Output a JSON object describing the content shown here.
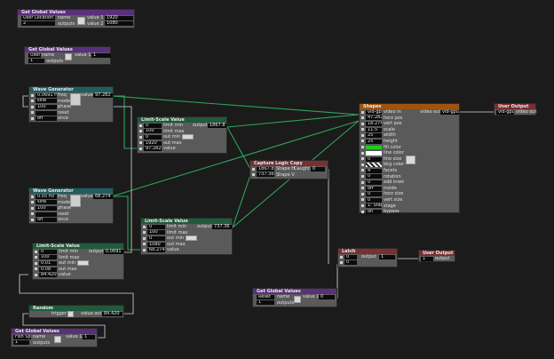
{
  "ggv1": {
    "title": "Get Global Values",
    "name_value": "User Location",
    "name_label": "name",
    "outputs_value": "2",
    "outputs_label": "outputs",
    "out1_label": "value 1",
    "out1_value": "1920",
    "out2_label": "value 2",
    "out2_value": "1080"
  },
  "ggv2": {
    "title": "Get Global Values",
    "name_value": "User O",
    "name_label": "name",
    "outputs_value": "1",
    "outputs_label": "outputs",
    "out1_label": "value 1",
    "out1_value": "1"
  },
  "wave1": {
    "title": "Wave Generator",
    "rows": [
      {
        "value": "0.0691 Hz",
        "label": "freq"
      },
      {
        "value": "sine",
        "label": "mode"
      },
      {
        "value": "100",
        "label": "phase"
      },
      {
        "value": "",
        "label": "reset"
      },
      {
        "value": "off",
        "label": "once"
      }
    ],
    "out_label": "value",
    "out_value": "97.282"
  },
  "wave2": {
    "title": "Wave Generator",
    "rows": [
      {
        "value": "0.05 Hz",
        "label": "freq"
      },
      {
        "value": "sine",
        "label": "mode"
      },
      {
        "value": "100",
        "label": "phase"
      },
      {
        "value": "",
        "label": "reset"
      },
      {
        "value": "off",
        "label": "once"
      }
    ],
    "out_label": "value",
    "out_value": "68.274"
  },
  "ls1": {
    "title": "Limit-Scale Value",
    "rows": [
      {
        "value": "0",
        "label": "limit min"
      },
      {
        "value": "100",
        "label": "limit max"
      },
      {
        "value": "0",
        "label": "out min"
      },
      {
        "value": "1920",
        "label": "out max"
      },
      {
        "value": "97.282",
        "label": "value"
      }
    ],
    "out_label": "output",
    "out_value": "1867.8"
  },
  "ls2": {
    "title": "Limit-Scale Value",
    "rows": [
      {
        "value": "0",
        "label": "limit min"
      },
      {
        "value": "100",
        "label": "limit max"
      },
      {
        "value": "0",
        "label": "out min"
      },
      {
        "value": "1080",
        "label": "out max"
      },
      {
        "value": "68.274",
        "label": "value"
      }
    ],
    "out_label": "output",
    "out_value": "737.36"
  },
  "ls3": {
    "title": "Limit-Scale Value",
    "rows": [
      {
        "value": "0",
        "label": "limit min"
      },
      {
        "value": "100",
        "label": "limit max"
      },
      {
        "value": "0.01",
        "label": "out min"
      },
      {
        "value": "0.08",
        "label": "out max"
      },
      {
        "value": "84.420",
        "label": "value"
      }
    ],
    "out_label": "output",
    "out_value": "0.0691"
  },
  "capture": {
    "title": "Capture Logic Copy",
    "rows": [
      {
        "value": "1867.8",
        "label": "Shape H"
      },
      {
        "value": "737.36",
        "label": "Shape V"
      }
    ],
    "out_label": "Caught",
    "out_value": "0"
  },
  "shapes": {
    "title": "Shapes",
    "rows": [
      {
        "value": "vid-gpu",
        "label": "video in"
      },
      {
        "value": "47.282",
        "label": "horz pos"
      },
      {
        "value": "18.274",
        "label": "vert pos"
      },
      {
        "value": "11.5",
        "label": "scale"
      },
      {
        "value": "25",
        "label": "width"
      },
      {
        "value": "25",
        "label": "height"
      },
      {
        "value": "",
        "label": "fill color"
      },
      {
        "value": "",
        "label": "line color"
      },
      {
        "value": "0",
        "label": "line size"
      },
      {
        "value": "",
        "label": "bkg color"
      },
      {
        "value": "4",
        "label": "facets"
      },
      {
        "value": "0",
        "label": "rotation"
      },
      {
        "value": "0",
        "label": "xdd inset"
      },
      {
        "value": "off",
        "label": "inside"
      },
      {
        "value": "0",
        "label": "horz size"
      },
      {
        "value": "0",
        "label": "vert size"
      },
      {
        "value": "1: Stage",
        "label": "stage"
      },
      {
        "value": "on",
        "label": "bypass"
      }
    ],
    "out_label": "video out",
    "out_value": "vid-gpu"
  },
  "uo1": {
    "title": "User Output",
    "value": "vid-gpu",
    "label": "video out"
  },
  "latch": {
    "title": "Latch",
    "rows": [
      {
        "value": "0",
        "label": ""
      },
      {
        "value": "0",
        "label": ""
      }
    ],
    "out_label": "output",
    "out_value": "1"
  },
  "uo2": {
    "title": "User Output",
    "value": "1",
    "label": "output"
  },
  "ggv3": {
    "title": "Get Global Values",
    "name_value": "Reset",
    "name_label": "name",
    "outputs_value": "1",
    "outputs_label": "outputs",
    "out1_label": "value 1",
    "out1_value": "0"
  },
  "random": {
    "title": "Random",
    "in_label": "trigger",
    "out_label": "value out",
    "out_value": "84.420"
  },
  "ggv4": {
    "title": "Get Global Values",
    "name_value": "Fish Sp",
    "name_label": "name",
    "outputs_value": "1",
    "outputs_label": "outputs",
    "out1_label": "value 1",
    "out1_value": "1"
  },
  "colors": {
    "wire_green": "#2fa35a",
    "wire_gray": "#a8a8a8",
    "fill_color": "#19d219",
    "line_color": "#ffffff"
  }
}
